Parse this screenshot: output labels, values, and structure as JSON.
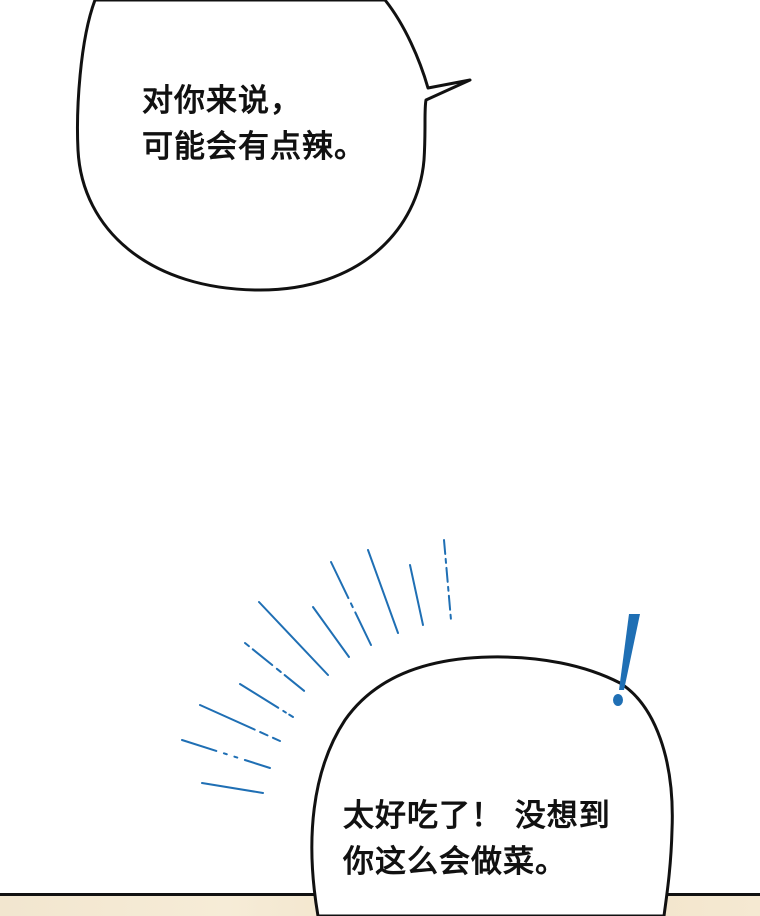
{
  "panel": {
    "background_color": "#ffffff",
    "floor_color": "#f2e6cf"
  },
  "bubble_top": {
    "line1": "对你来说，",
    "line2": "可能会有点辣。"
  },
  "bubble_bottom": {
    "line1": "太好吃了！ 没想到",
    "line2": "你这么会做菜。"
  },
  "effects": {
    "exclamation_icon": "!",
    "accent_color": "#1f6fb4"
  }
}
